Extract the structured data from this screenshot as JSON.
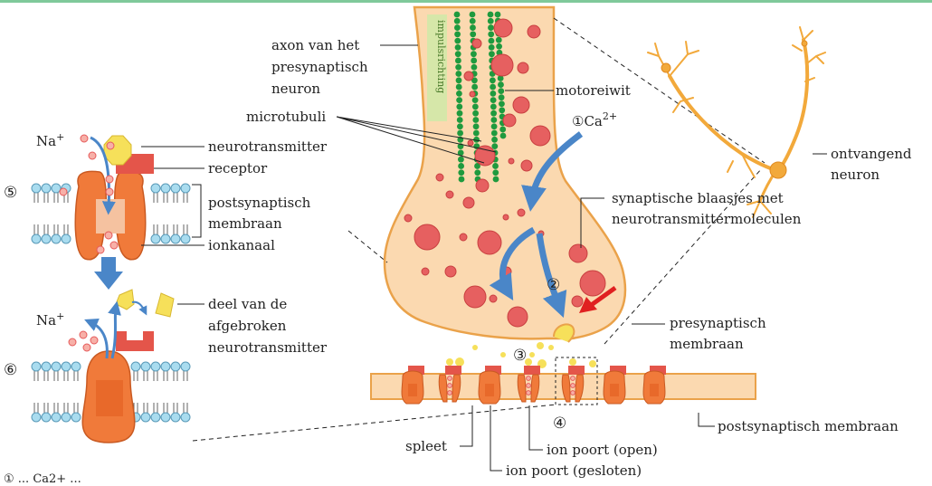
{
  "colors": {
    "top_border": "#7fc99a",
    "cell_fill": "#fbd9b0",
    "cell_stroke": "#eaa24a",
    "vesicle": "#e66060",
    "vesicle_light": "#f7b0a8",
    "microtubule": "#1f9a3e",
    "arrow_blue": "#4a86c8",
    "arrow_red": "#e02020",
    "channel_orange": "#f07a3a",
    "receptor_red": "#e4554a",
    "transmitter_yellow": "#f6e05a",
    "lipid_head": "#a9dcef",
    "neuron": "#f2a93b"
  },
  "labels": {
    "axon": [
      "axon van het",
      "presynaptisch",
      "neuron"
    ],
    "impulse_direction": "impulsrichting",
    "motor_protein": "motoreiwit",
    "microtubules": "microtubuli",
    "calcium_marker": "①",
    "calcium": "Ca",
    "calcium_charge": "2+",
    "vesicles": [
      "synaptische blaasjes met",
      "neurotransmittermoleculen"
    ],
    "receiving_neuron": [
      "ontvangend",
      "neuron"
    ],
    "presynaptic_membrane": [
      "presynaptisch",
      "membraan"
    ],
    "postsynaptic_membrane_right": "postsynaptisch membraan",
    "cleft": "spleet",
    "ion_gate_open": "ion poort (open)",
    "ion_gate_closed": "ion poort (gesloten)",
    "step_2": "②",
    "step_3": "③",
    "step_4": "④",
    "step_5": "⑤",
    "step_6": "⑥",
    "sodium": "Na",
    "sodium_charge": "+",
    "neurotransmitter": "neurotransmitter",
    "receptor": "receptor",
    "postsynaptic_membrane_left": [
      "postsynaptisch",
      "membraan"
    ],
    "ion_channel": "ionkanaal",
    "broken_down": [
      "deel van de",
      "afgebroken",
      "neurotransmitter"
    ],
    "footer_fragment": "① ... Ca2+ ..."
  }
}
